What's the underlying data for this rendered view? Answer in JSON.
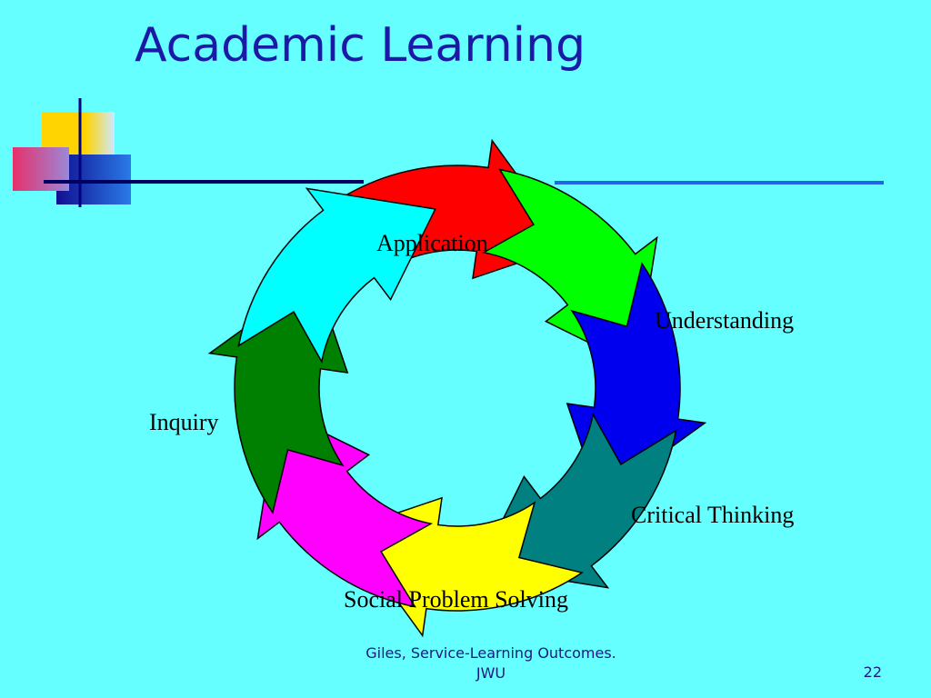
{
  "slide": {
    "title": "Academic Learning",
    "footer_source_line1": "Giles, Service-Learning Outcomes.",
    "footer_source_line2": "JWU",
    "page_number": "22"
  },
  "cycle": {
    "stages": [
      {
        "label": "Application",
        "color": "#ff0000"
      },
      {
        "label": "Understanding",
        "color": "#00ff00"
      },
      {
        "label": "",
        "color": "#0000ee"
      },
      {
        "label": "Critical Thinking",
        "color": "#008080"
      },
      {
        "label": "Social Problem Solving",
        "color": "#ffff00"
      },
      {
        "label": "",
        "color": "#ff00ff"
      },
      {
        "label": "Inquiry",
        "color": "#008000"
      },
      {
        "label": "",
        "color": "#00ffff"
      }
    ]
  },
  "colors": {
    "background": "#66ffff",
    "title": "#1a1aa6",
    "rule": "#1e66e6",
    "footer": "#1a1a80"
  }
}
